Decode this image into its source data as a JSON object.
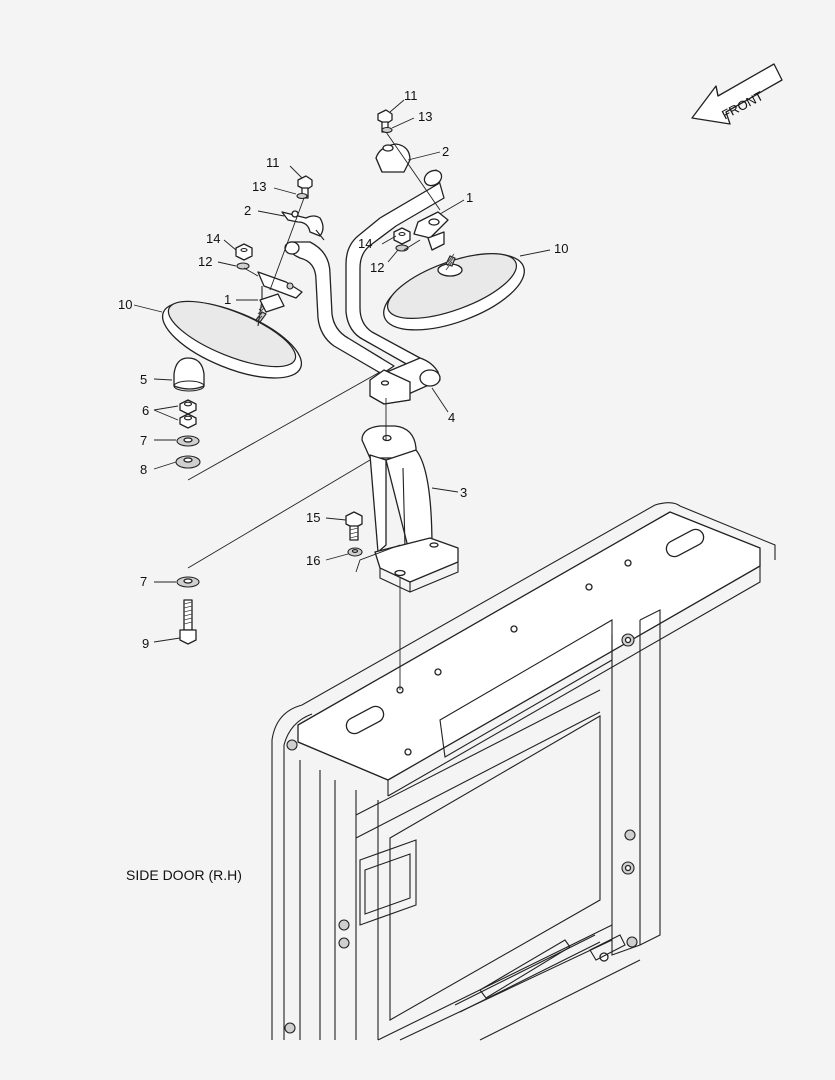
{
  "direction_arrow": {
    "label": "FRONT"
  },
  "caption": "SIDE DOOR (R.H)",
  "callouts": {
    "n1a": "1",
    "n1b": "1",
    "n2a": "2",
    "n2b": "2",
    "n3": "3",
    "n4": "4",
    "n5": "5",
    "n6": "6",
    "n7a": "7",
    "n7b": "7",
    "n8": "8",
    "n9": "9",
    "n10a": "10",
    "n10b": "10",
    "n11a": "11",
    "n11b": "11",
    "n12a": "12",
    "n12b": "12",
    "n13a": "13",
    "n13b": "13",
    "n14a": "14",
    "n14b": "14",
    "n15": "15",
    "n16": "16"
  }
}
